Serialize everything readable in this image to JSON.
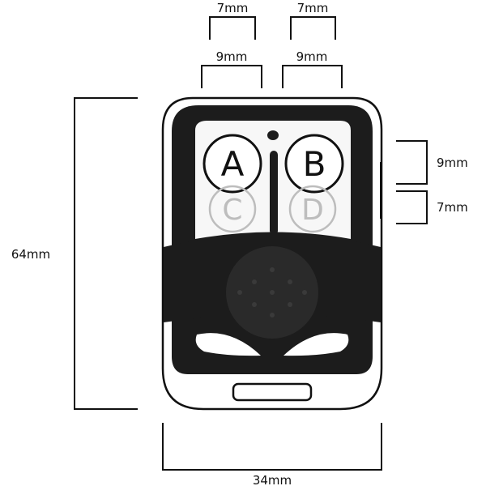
{
  "dimensions": {
    "top_inner_left": "7mm",
    "top_inner_right": "7mm",
    "top_outer_left": "9mm",
    "top_outer_right": "9mm",
    "side_upper": "9mm",
    "side_lower": "7mm",
    "height": "64mm",
    "width": "34mm"
  },
  "buttons": {
    "a": "A",
    "b": "B",
    "c": "C",
    "d": "D"
  },
  "colors": {
    "ink": "#111111",
    "shell": "#1c1c1c",
    "panel": "#f7f7f7",
    "faded_key": "#bdbdbd"
  }
}
